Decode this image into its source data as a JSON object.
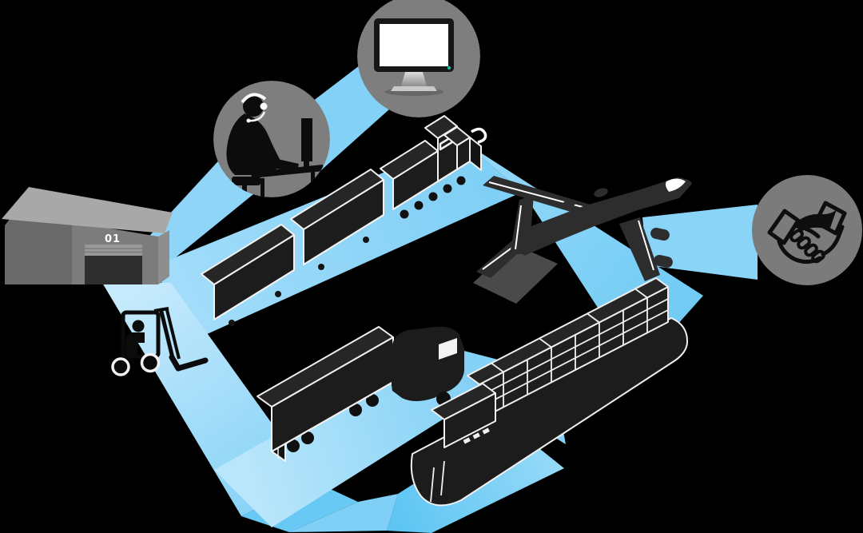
{
  "illustration": {
    "description": "logistics-supply-chain-flow",
    "background_color": "#000000",
    "warehouse": {
      "door_label": "01"
    },
    "colors": {
      "path_blue": "#8AD4F7",
      "path_blue_light": "#C6EAFC",
      "path_blue_dark": "#62C8F3",
      "node_circle_gray": "#7E7E7E",
      "silhouette_black": "#1C1C1C",
      "outline_white": "#F2F2F2",
      "plane_body": "#2D2D2D",
      "plane_shadow_gray": "#4A4A4A",
      "warehouse_roof": "#A8A8A8",
      "warehouse_front": "#7C7C7C",
      "warehouse_gable": "#696969",
      "warehouse_door": "#2E2E2E",
      "monitor_screen": "#FFFFFF",
      "monitor_power_dot": "#0EC0A0"
    },
    "nodes": [
      {
        "id": "warehouse",
        "icon": "warehouse-icon"
      },
      {
        "id": "forklift",
        "icon": "forklift-icon"
      },
      {
        "id": "call-center-operator",
        "icon": "operator-headset-icon"
      },
      {
        "id": "computer-monitor",
        "icon": "desktop-monitor-icon"
      },
      {
        "id": "freight-train",
        "icon": "freight-train-icon"
      },
      {
        "id": "cargo-truck",
        "icon": "semi-truck-icon"
      },
      {
        "id": "container-ship",
        "icon": "container-ship-icon"
      },
      {
        "id": "cargo-airplane",
        "icon": "airplane-icon"
      },
      {
        "id": "partnership",
        "icon": "handshake-icon"
      }
    ]
  }
}
